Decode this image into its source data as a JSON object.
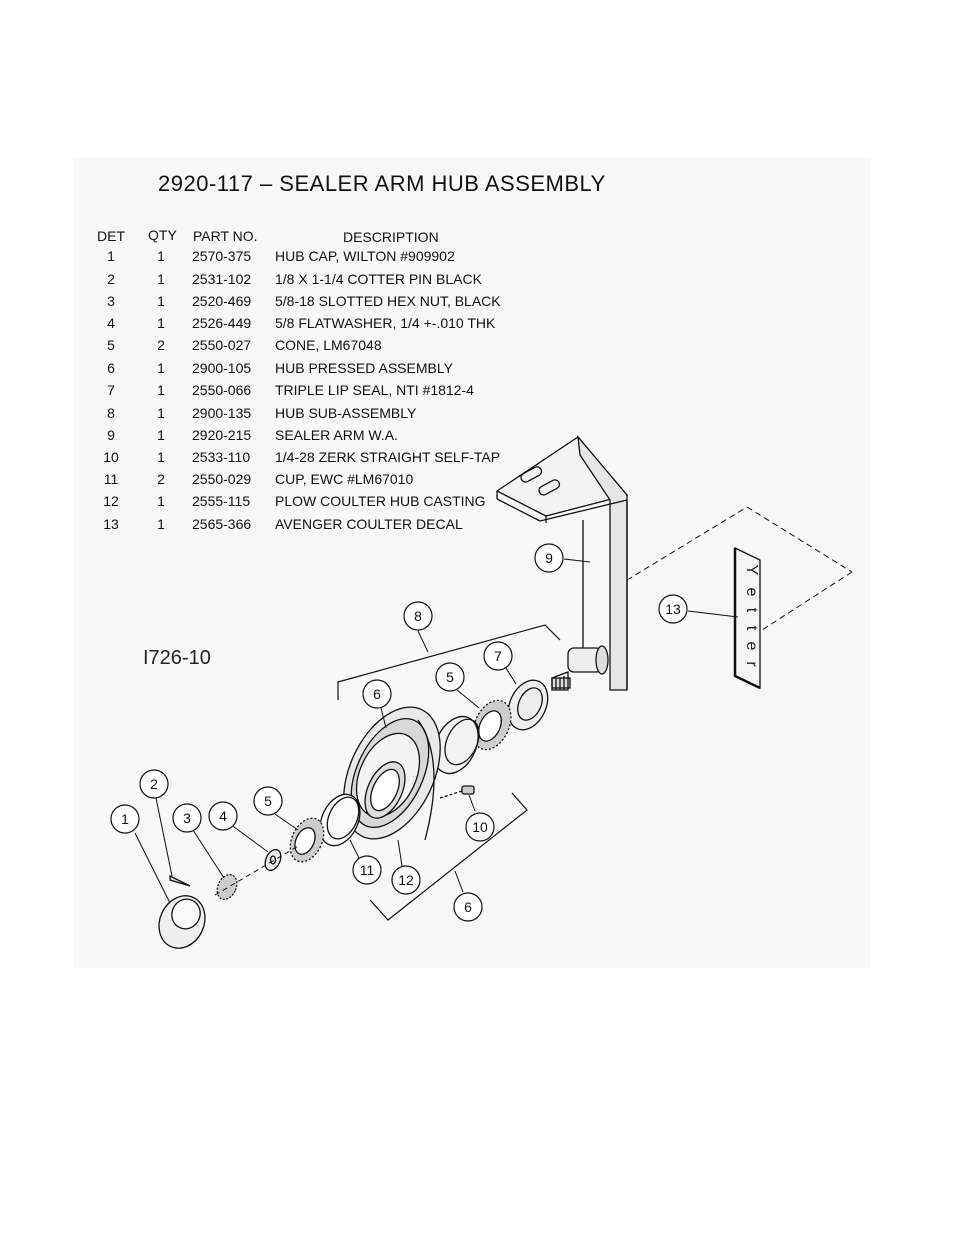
{
  "title": "2920-117  –  SEALER ARM HUB ASSEMBLY",
  "drawing_number": "I726-10",
  "table": {
    "headers": {
      "det": "DET",
      "qty": "QTY",
      "part": "PART NO.",
      "desc": "DESCRIPTION"
    },
    "rows": [
      {
        "det": "1",
        "qty": "1",
        "part": "2570-375",
        "desc": "HUB CAP, WILTON #909902"
      },
      {
        "det": "2",
        "qty": "1",
        "part": "2531-102",
        "desc": "1/8 X 1-1/4 COTTER PIN  BLACK"
      },
      {
        "det": "3",
        "qty": "1",
        "part": "2520-469",
        "desc": "5/8-18 SLOTTED HEX NUT, BLACK"
      },
      {
        "det": "4",
        "qty": "1",
        "part": "2526-449",
        "desc": "5/8 FLATWASHER, 1/4 +-.010 THK"
      },
      {
        "det": "5",
        "qty": "2",
        "part": "2550-027",
        "desc": "CONE, LM67048"
      },
      {
        "det": "6",
        "qty": "1",
        "part": "2900-105",
        "desc": "HUB PRESSED ASSEMBLY"
      },
      {
        "det": "7",
        "qty": "1",
        "part": "2550-066",
        "desc": "TRIPLE LIP SEAL, NTI #1812-4"
      },
      {
        "det": "8",
        "qty": "1",
        "part": "2900-135",
        "desc": "HUB SUB-ASSEMBLY"
      },
      {
        "det": "9",
        "qty": "1",
        "part": "2920-215",
        "desc": "SEALER ARM W.A."
      },
      {
        "det": "10",
        "qty": "1",
        "part": "2533-110",
        "desc": "1/4-28 ZERK STRAIGHT SELF-TAP"
      },
      {
        "det": "11",
        "qty": "2",
        "part": "2550-029",
        "desc": "CUP, EWC #LM67010"
      },
      {
        "det": "12",
        "qty": "1",
        "part": "2555-115",
        "desc": "PLOW COULTER HUB CASTING"
      },
      {
        "det": "13",
        "qty": "1",
        "part": "2565-366",
        "desc": "AVENGER COULTER DECAL"
      }
    ]
  },
  "callouts": [
    "1",
    "2",
    "3",
    "4",
    "5",
    "11",
    "12",
    "6",
    "10",
    "8",
    "6",
    "5",
    "7",
    "9",
    "13"
  ],
  "decal_letters": [
    "Y",
    "e",
    "t",
    "t",
    "e",
    "r"
  ]
}
